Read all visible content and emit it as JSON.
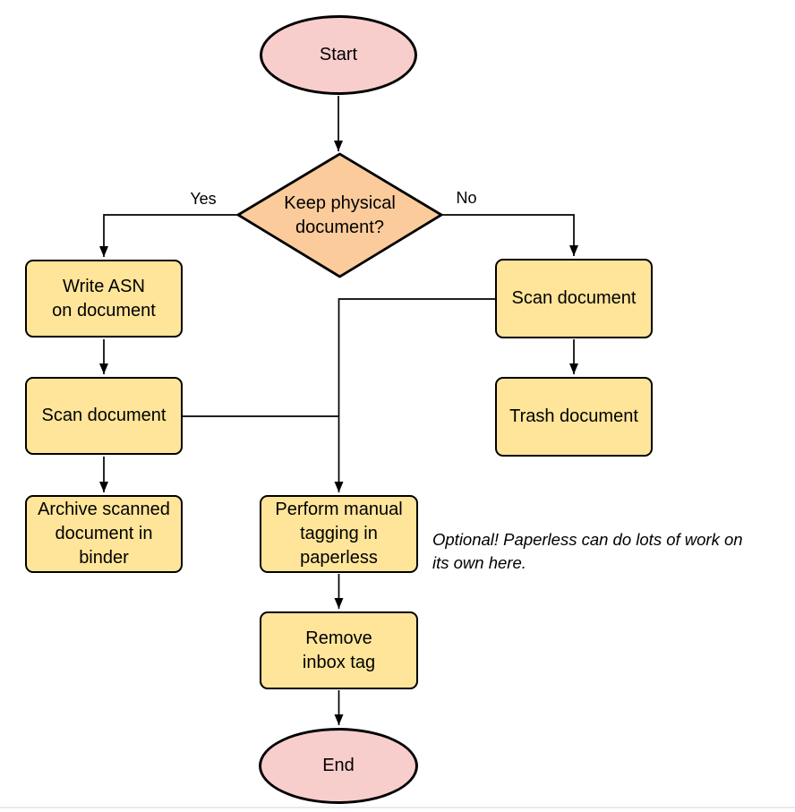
{
  "diagram": {
    "nodes": {
      "start": {
        "label": "Start",
        "type": "terminator"
      },
      "decision": {
        "label": "Keep physical\ndocument?",
        "type": "decision"
      },
      "write_asn": {
        "label": "Write ASN\non document",
        "type": "process"
      },
      "scan_left": {
        "label": "Scan document",
        "type": "process"
      },
      "archive": {
        "label": "Archive scanned\ndocument in\nbinder",
        "type": "process"
      },
      "scan_right": {
        "label": "Scan document",
        "type": "process"
      },
      "trash": {
        "label": "Trash document",
        "type": "process"
      },
      "tagging": {
        "label": "Perform manual\ntagging in\npaperless",
        "type": "process"
      },
      "remove_inbox": {
        "label": "Remove\ninbox tag",
        "type": "process"
      },
      "end": {
        "label": "End",
        "type": "terminator"
      }
    },
    "edge_labels": {
      "yes": "Yes",
      "no": "No"
    },
    "annotation": "Optional! Paperless can do lots of work on\nits own here.",
    "colors": {
      "terminator_fill": "#f8cecc",
      "decision_fill": "#fbcb9b",
      "process_fill": "#ffe599",
      "stroke": "#000000"
    }
  }
}
